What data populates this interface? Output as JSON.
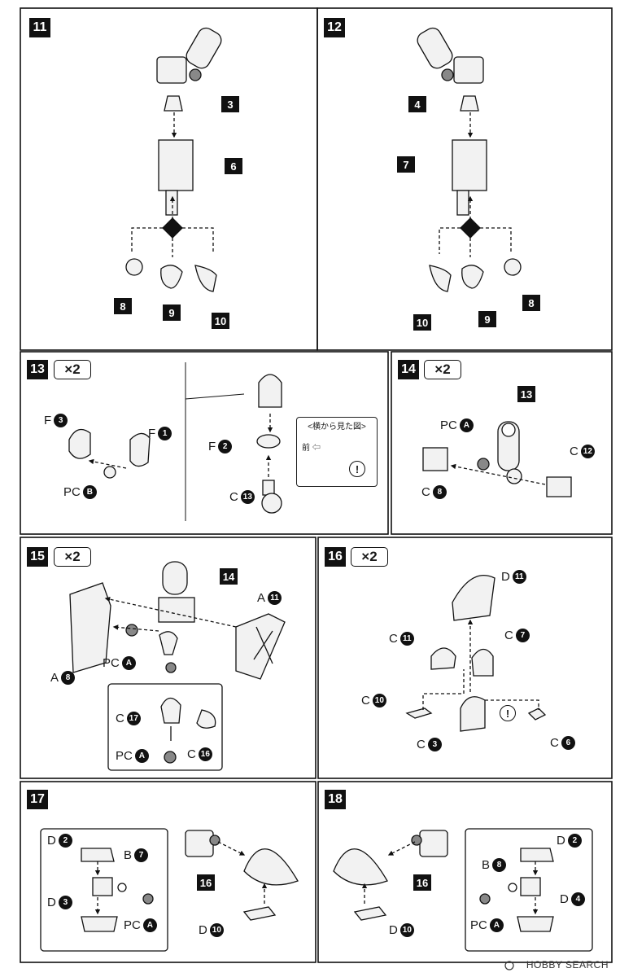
{
  "steps": [
    {
      "id": "s11",
      "num": "11"
    },
    {
      "id": "s12",
      "num": "12"
    },
    {
      "id": "s13",
      "num": "13",
      "mult": "×2"
    },
    {
      "id": "s14",
      "num": "14",
      "mult": "×2"
    },
    {
      "id": "s15",
      "num": "15",
      "mult": "×2"
    },
    {
      "id": "s16",
      "num": "16",
      "mult": "×2"
    },
    {
      "id": "s17",
      "num": "17"
    },
    {
      "id": "s18",
      "num": "18"
    }
  ],
  "tags": {
    "s11": [
      "3",
      "6",
      "8",
      "9",
      "10"
    ],
    "s12": [
      "4",
      "7",
      "10",
      "9",
      "8"
    ],
    "s14": [
      "13"
    ],
    "s15": [
      "14"
    ],
    "s17": [
      "16"
    ],
    "s18": [
      "16"
    ]
  },
  "parts": {
    "s13": [
      {
        "letter": "F",
        "num": "3"
      },
      {
        "letter": "F",
        "num": "1"
      },
      {
        "letter": "PC",
        "num": "B"
      },
      {
        "letter": "F",
        "num": "2"
      },
      {
        "letter": "C",
        "num": "13"
      }
    ],
    "s14": [
      {
        "letter": "PC",
        "num": "A"
      },
      {
        "letter": "C",
        "num": "12"
      },
      {
        "letter": "C",
        "num": "8"
      }
    ],
    "s15": [
      {
        "letter": "A",
        "num": "11"
      },
      {
        "letter": "PC",
        "num": "A"
      },
      {
        "letter": "A",
        "num": "8"
      },
      {
        "letter": "C",
        "num": "17"
      },
      {
        "letter": "C",
        "num": "16"
      },
      {
        "letter": "PC",
        "num": "A"
      }
    ],
    "s16": [
      {
        "letter": "D",
        "num": "11"
      },
      {
        "letter": "C",
        "num": "11"
      },
      {
        "letter": "C",
        "num": "7"
      },
      {
        "letter": "C",
        "num": "10"
      },
      {
        "letter": "C",
        "num": "3"
      },
      {
        "letter": "C",
        "num": "6"
      }
    ],
    "s17": [
      {
        "letter": "D",
        "num": "2"
      },
      {
        "letter": "B",
        "num": "7"
      },
      {
        "letter": "D",
        "num": "3"
      },
      {
        "letter": "PC",
        "num": "A"
      },
      {
        "letter": "D",
        "num": "10"
      }
    ],
    "s18": [
      {
        "letter": "D",
        "num": "2"
      },
      {
        "letter": "B",
        "num": "8"
      },
      {
        "letter": "D",
        "num": "4"
      },
      {
        "letter": "PC",
        "num": "A"
      },
      {
        "letter": "D",
        "num": "10"
      }
    ]
  },
  "side_view_box": {
    "title": "<横から見た図>",
    "front_label": "前 ⇦"
  },
  "warning_symbol": "!",
  "watermark": "HOBBY SEARCH",
  "colors": {
    "ink": "#111111",
    "paper": "#ffffff",
    "part_fill": "#f2f2f2",
    "ball": "#888888"
  }
}
